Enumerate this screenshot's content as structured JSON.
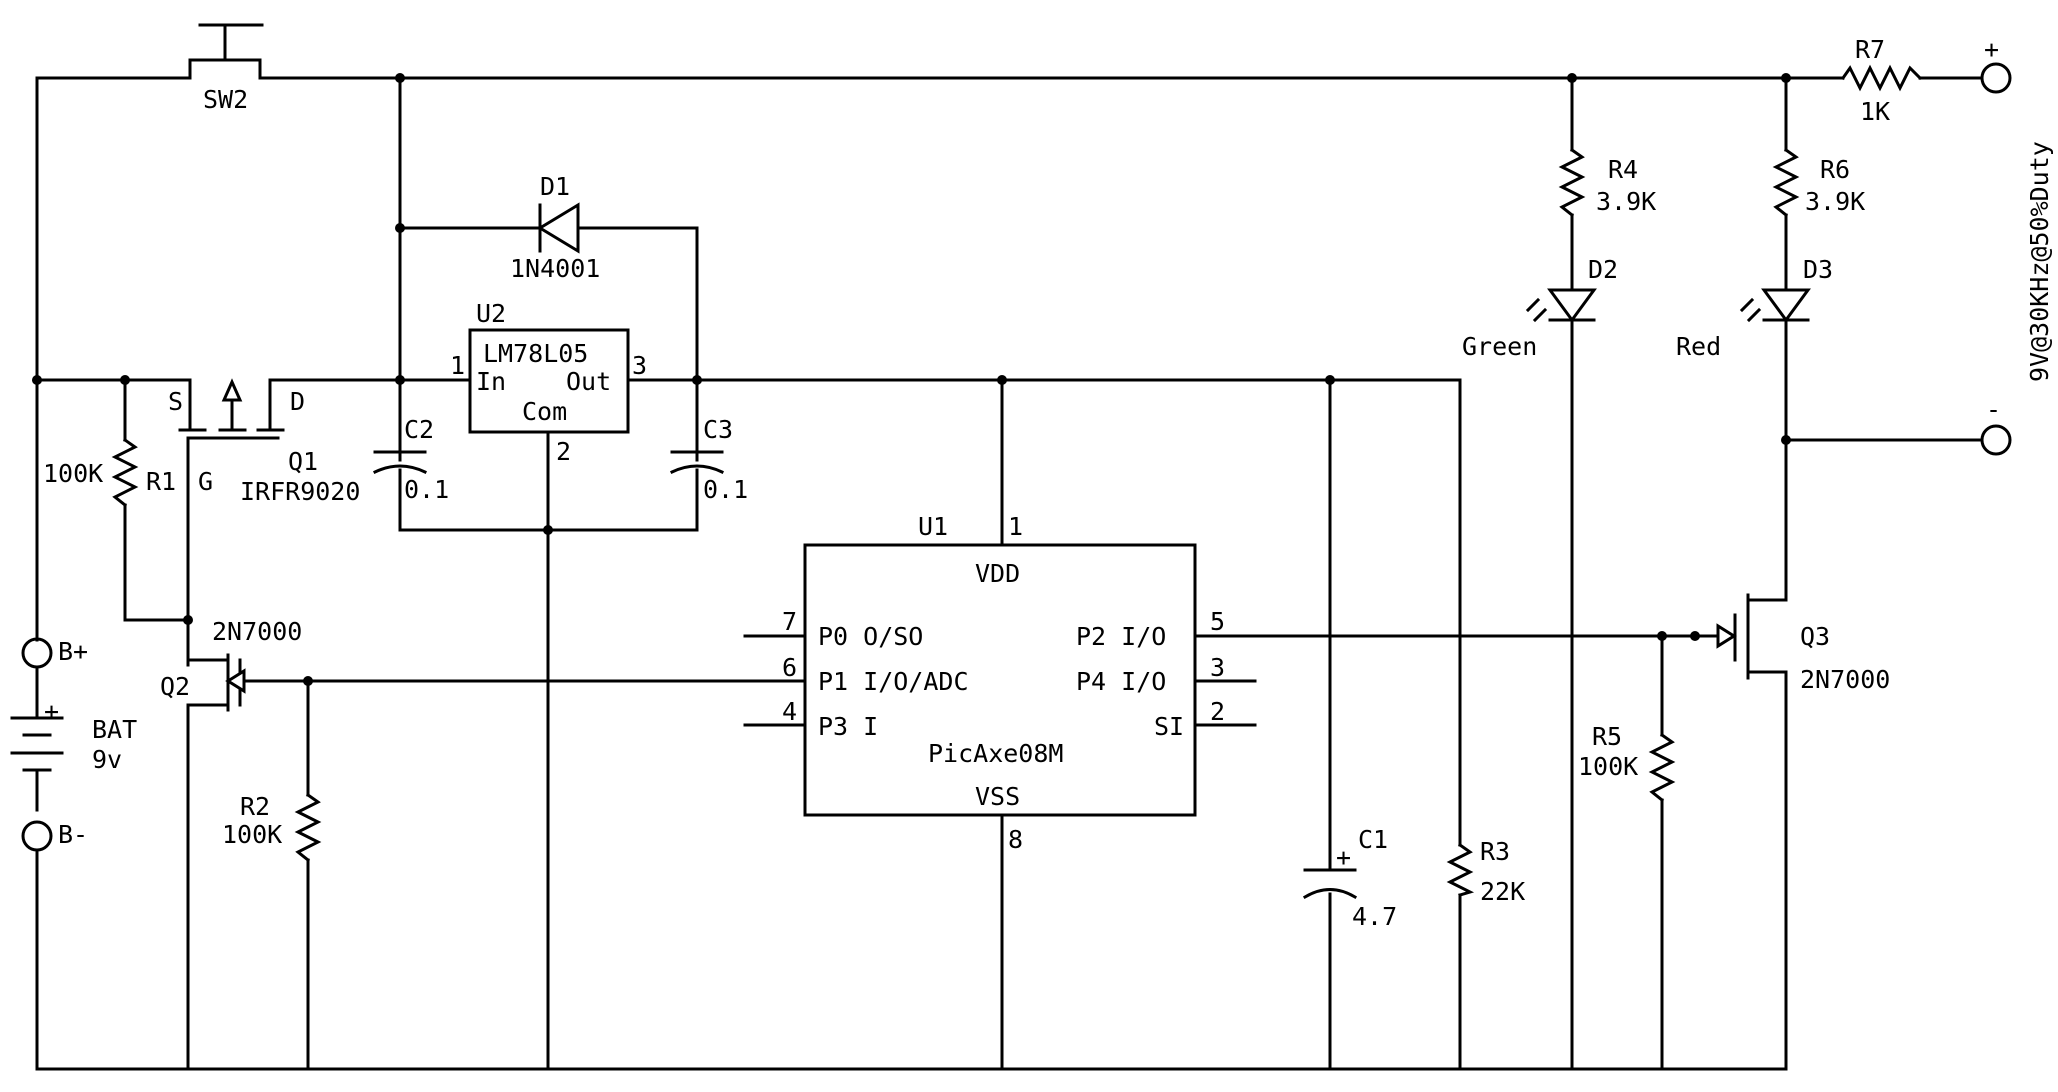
{
  "components": {
    "sw2": {
      "ref": "SW2"
    },
    "d1": {
      "ref": "D1",
      "value": "1N4001"
    },
    "u2": {
      "ref": "U2",
      "part": "LM78L05",
      "pin_in": "In",
      "pin_out": "Out",
      "pin_com": "Com",
      "pin1": "1",
      "pin2": "2",
      "pin3": "3"
    },
    "c2": {
      "ref": "C2",
      "value": "0.1"
    },
    "c3": {
      "ref": "C3",
      "value": "0.1"
    },
    "q1": {
      "ref": "Q1",
      "value": "IRFR9020",
      "pin_s": "S",
      "pin_d": "D",
      "pin_g": "G"
    },
    "r1": {
      "ref": "R1",
      "value": "100K"
    },
    "q2": {
      "ref": "Q2",
      "value": "2N7000"
    },
    "r2": {
      "ref": "R2",
      "value": "100K"
    },
    "bat": {
      "ref": "BAT",
      "value": "9v",
      "plus": "+",
      "term_pos": "B+",
      "term_neg": "B-"
    },
    "u1": {
      "ref": "U1",
      "part": "PicAxe08M",
      "vdd": "VDD",
      "vss": "VSS",
      "pin1": "1",
      "pin8": "8",
      "pin7": "7",
      "pin6": "6",
      "pin4": "4",
      "pin5": "5",
      "pin3": "3",
      "pin2": "2",
      "p0": "P0 O/SO",
      "p1": "P1 I/O/ADC",
      "p3": "P3 I",
      "p2": "P2 I/O",
      "p4": "P4 I/O",
      "si": "SI"
    },
    "c1": {
      "ref": "C1",
      "value": "4.7",
      "plus": "+"
    },
    "r3": {
      "ref": "R3",
      "value": "22K"
    },
    "r4": {
      "ref": "R4",
      "value": "3.9K"
    },
    "d2": {
      "ref": "D2",
      "value": "Green"
    },
    "r5": {
      "ref": "R5",
      "value": "100K"
    },
    "r6": {
      "ref": "R6",
      "value": "3.9K"
    },
    "d3": {
      "ref": "D3",
      "value": "Red"
    },
    "q3": {
      "ref": "Q3",
      "value": "2N7000"
    },
    "r7": {
      "ref": "R7",
      "value": "1K"
    }
  },
  "output": {
    "plus": "+",
    "minus": "-",
    "label": "9V@30KHz@50%Duty"
  }
}
